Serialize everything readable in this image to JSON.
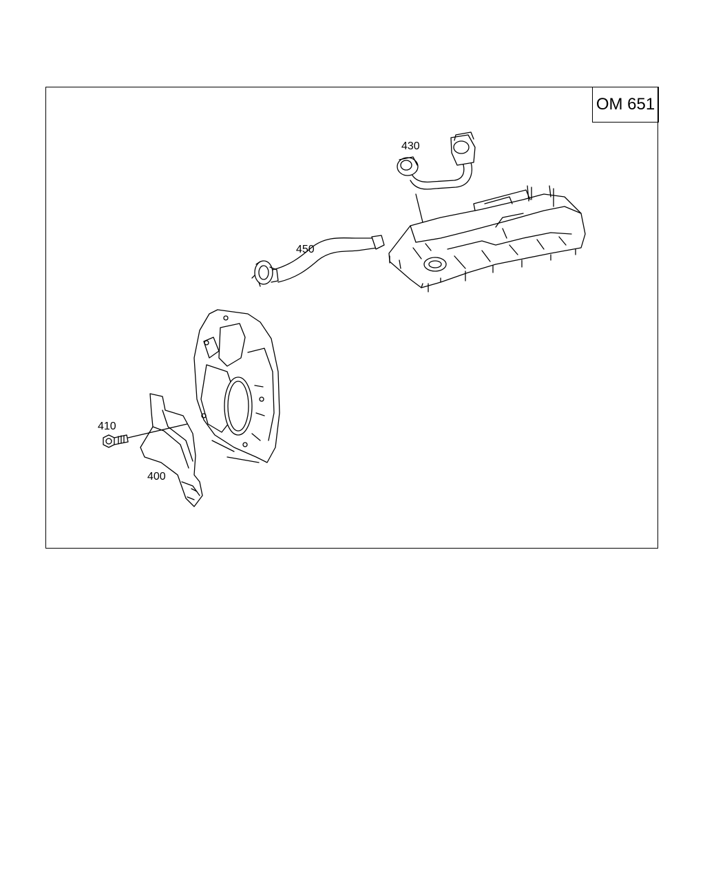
{
  "model_label": "OM 651",
  "callouts": {
    "c430": "430",
    "c450": "450",
    "c410": "410",
    "c400": "400"
  }
}
